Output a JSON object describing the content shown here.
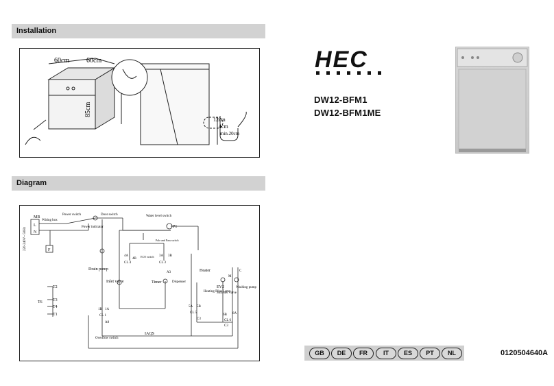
{
  "sections": {
    "installation": "Installation",
    "diagram": "Diagram"
  },
  "installation": {
    "width1": "60cm",
    "width2": "60cm",
    "height": "85cm",
    "hose_height": "12cm",
    "hose_a": "4cm",
    "hose_b": "min.20cm"
  },
  "brand": {
    "logo_text": "HEC"
  },
  "models": [
    "DW12-BFM1",
    "DW12-BFM1ME"
  ],
  "languages": [
    "GB",
    "DE",
    "FR",
    "IT",
    "ES",
    "PT",
    "NL"
  ],
  "document_code": "0120504640A",
  "diagram": {
    "mains": "220-240V~ 50Hz",
    "mr": "MR",
    "wiring_box": "Wiring box",
    "l": "L",
    "n": "N",
    "f": "F",
    "power_switch": "Power switch",
    "power_indicator": "Power indicator",
    "door_switch": "Door switch",
    "water_level_switch": "Water level switch",
    "p1": "P1",
    "drain_pump": "Drain pump",
    "inlet_valve": "Inlet valve",
    "timer": "Timer",
    "heater": "Heater",
    "dispenser": "Dispenser",
    "ev2": "EV2",
    "softener_valve": "Softener valve",
    "washing_pump": "Washing pump",
    "heating_pilot_lamp": "Heating Pilot Lamp",
    "overflow_switch": "Overflow switch",
    "iaqs": "IAQS",
    "eco_switch": "ECO switch",
    "pole_pass_switch": "Pole and Pass switch",
    "t2": "T2",
    "t3": "T3",
    "t4": "T4",
    "t1": "T1",
    "t6": "T6",
    "a4": "4A",
    "b4": "4B",
    "cl4": "CL 4",
    "a3": "3A",
    "b3": "3B",
    "cl3": "CL 3",
    "a3b": "A3",
    "a1": "1A",
    "b1": "1B",
    "cl1": "CL 1",
    "a8": "A8",
    "a5": "5A",
    "b5": "5B",
    "cl5": "CL 5",
    "c3": "C3",
    "a6": "6A",
    "b6": "6B",
    "cl6": "CL 6",
    "c3b": "C3",
    "m": "M",
    "c": "C"
  }
}
